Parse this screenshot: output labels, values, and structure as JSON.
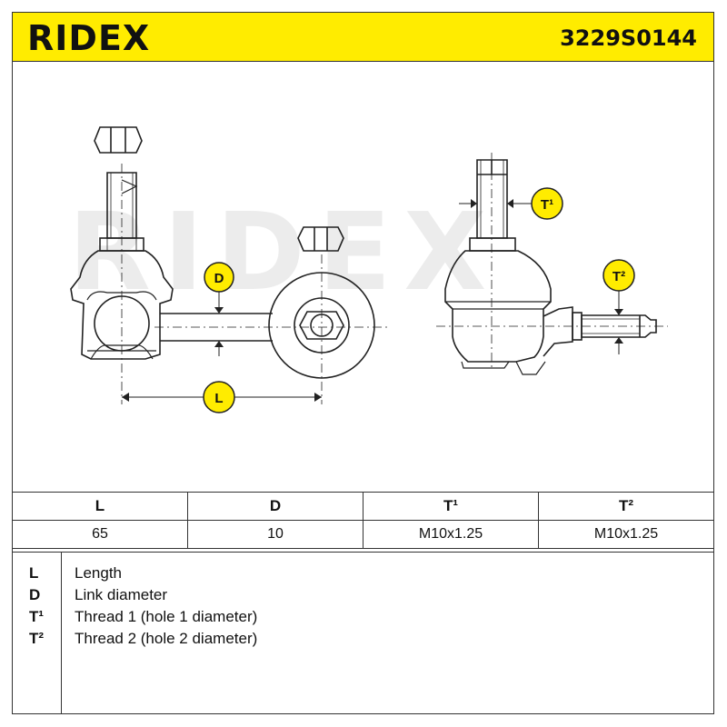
{
  "header": {
    "brand": "RIDEX",
    "part_number": "3229S0144",
    "background_color": "#ffec00"
  },
  "drawing": {
    "watermark": "RIDEX",
    "callouts": {
      "d": "D",
      "l": "L",
      "t1": "T¹",
      "t2": "T²"
    }
  },
  "spec_table": {
    "columns": [
      "L",
      "D",
      "T¹",
      "T²"
    ],
    "values": [
      "65",
      "10",
      "M10x1.25",
      "M10x1.25"
    ]
  },
  "legend": [
    {
      "code": "L",
      "text": "Length"
    },
    {
      "code": "D",
      "text": "Link diameter"
    },
    {
      "code": "T¹",
      "text": "Thread 1 (hole 1 diameter)"
    },
    {
      "code": "T²",
      "text": "Thread 2 (hole 2 diameter)"
    }
  ]
}
